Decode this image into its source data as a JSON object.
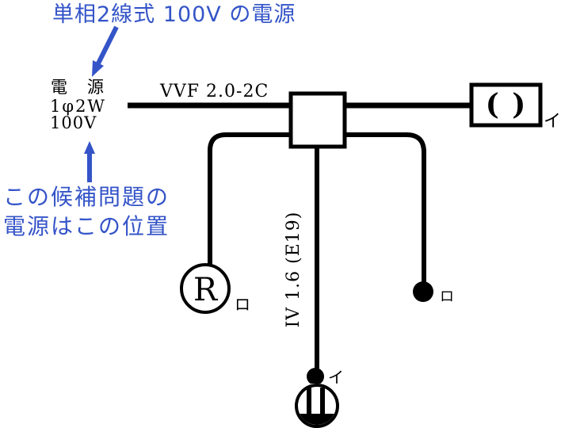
{
  "colors": {
    "annotation_blue": "#3454C8",
    "diagram_black": "#000000"
  },
  "annotations": {
    "title": "単相2線式 100V の電源",
    "note_line1": "この候補問題の",
    "note_line2": "電源はこの位置"
  },
  "power_source": {
    "line1": "電　源",
    "line2": "1φ2W",
    "line3": "100V"
  },
  "labels": {
    "cable": "VVF 2.0-2C",
    "conduit": "IV 1.6 (E19)"
  },
  "devices": {
    "ceiling_rosette": {
      "symbol": "( )",
      "label": "イ"
    },
    "lamp_receptacle": {
      "symbol": "R",
      "label": "ロ"
    },
    "switch_right": {
      "label": "ロ"
    },
    "switch_center": {
      "label": "イ"
    }
  }
}
